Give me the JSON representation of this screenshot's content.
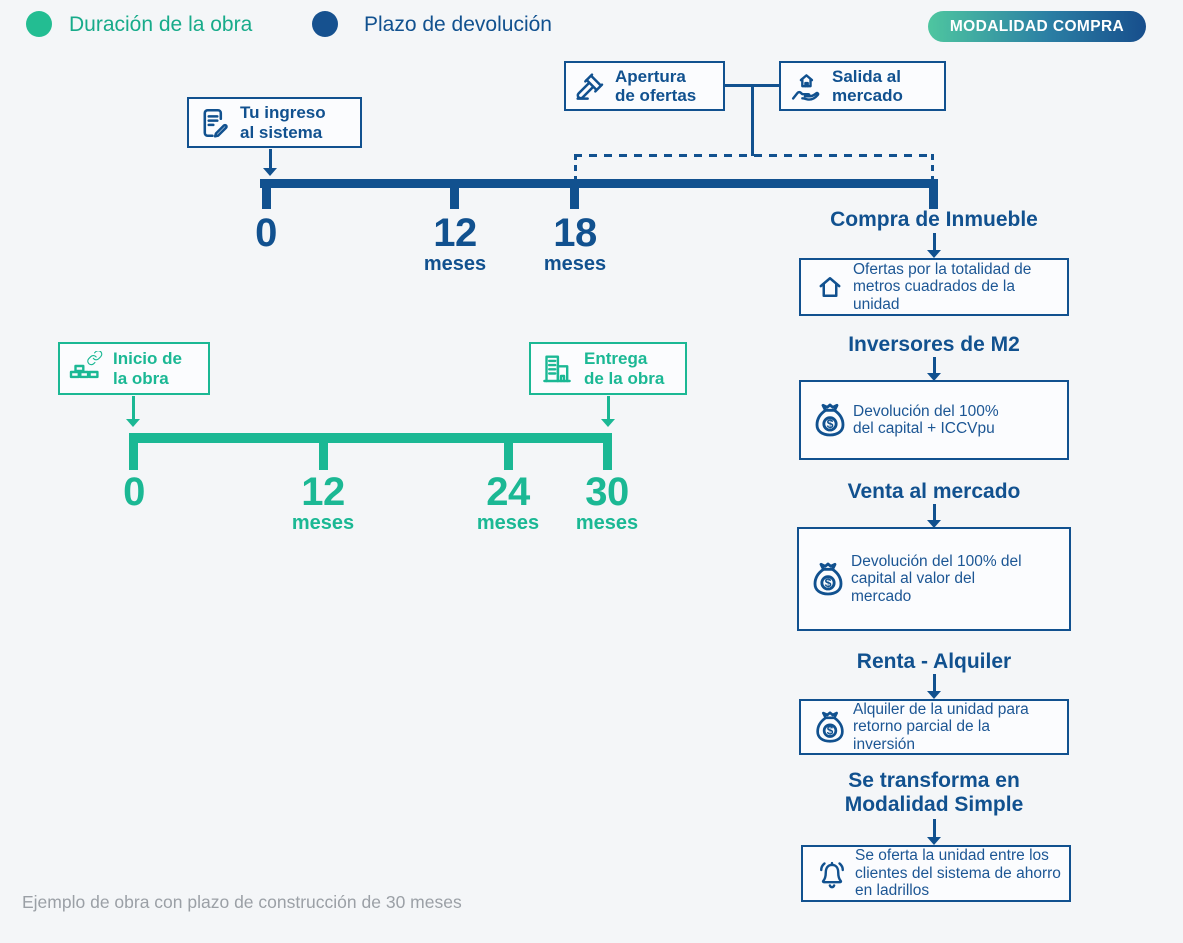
{
  "colors": {
    "green": "#1bb894",
    "blue": "#11518f",
    "background": "#f4f6f8",
    "badge_gradient": [
      "#4ec6a0",
      "#174e8c"
    ],
    "muted_text": "#9ba0a6"
  },
  "legend": {
    "duracion_label": "Duración de la obra",
    "plazo_label": "Plazo de devolución"
  },
  "badge_label": "MODALIDAD COMPRA",
  "top_flow": {
    "apertura": {
      "icon": "gavel-icon",
      "label": "Apertura de ofertas"
    },
    "salida": {
      "icon": "house-in-hand-icon",
      "label": "Salida al mercado"
    },
    "ingreso": {
      "icon": "document-pencil-icon",
      "label": "Tu ingreso al sistema"
    }
  },
  "blue_timeline": {
    "ticks": [
      {
        "value": "0",
        "unit": ""
      },
      {
        "value": "12",
        "unit": "meses"
      },
      {
        "value": "18",
        "unit": "meses"
      }
    ]
  },
  "steps": [
    {
      "title": "Compra de Inmueble",
      "icon": "house-icon",
      "text": "Ofertas por la totalidad de metros cuadrados de la unidad"
    },
    {
      "title": "Inversores de M2",
      "icon": "money-bag-icon",
      "text": "Devolución del 100% del capital + ICCVpu"
    },
    {
      "title": "Venta al mercado",
      "icon": "money-bag-icon",
      "text": "Devolución del 100% del capital al valor del mercado"
    },
    {
      "title": "Renta - Alquiler",
      "icon": "money-bag-icon",
      "text": "Alquiler de la unidad para retorno parcial de la inversión"
    },
    {
      "title": "Se transforma en Modalidad Simple",
      "icon": "bell-icon",
      "text": "Se oferta la unidad entre los clientes del sistema de ahorro en ladrillos"
    }
  ],
  "green_timeline": {
    "inicio": {
      "icon": "bricks-link-icon",
      "label": "Inicio de la obra"
    },
    "entrega": {
      "icon": "building-icon",
      "label": "Entrega de la obra"
    },
    "ticks": [
      {
        "value": "0",
        "unit": ""
      },
      {
        "value": "12",
        "unit": "meses"
      },
      {
        "value": "24",
        "unit": "meses"
      },
      {
        "value": "30",
        "unit": "meses"
      }
    ]
  },
  "footnote": "Ejemplo de obra con plazo de construcción de 30 meses"
}
